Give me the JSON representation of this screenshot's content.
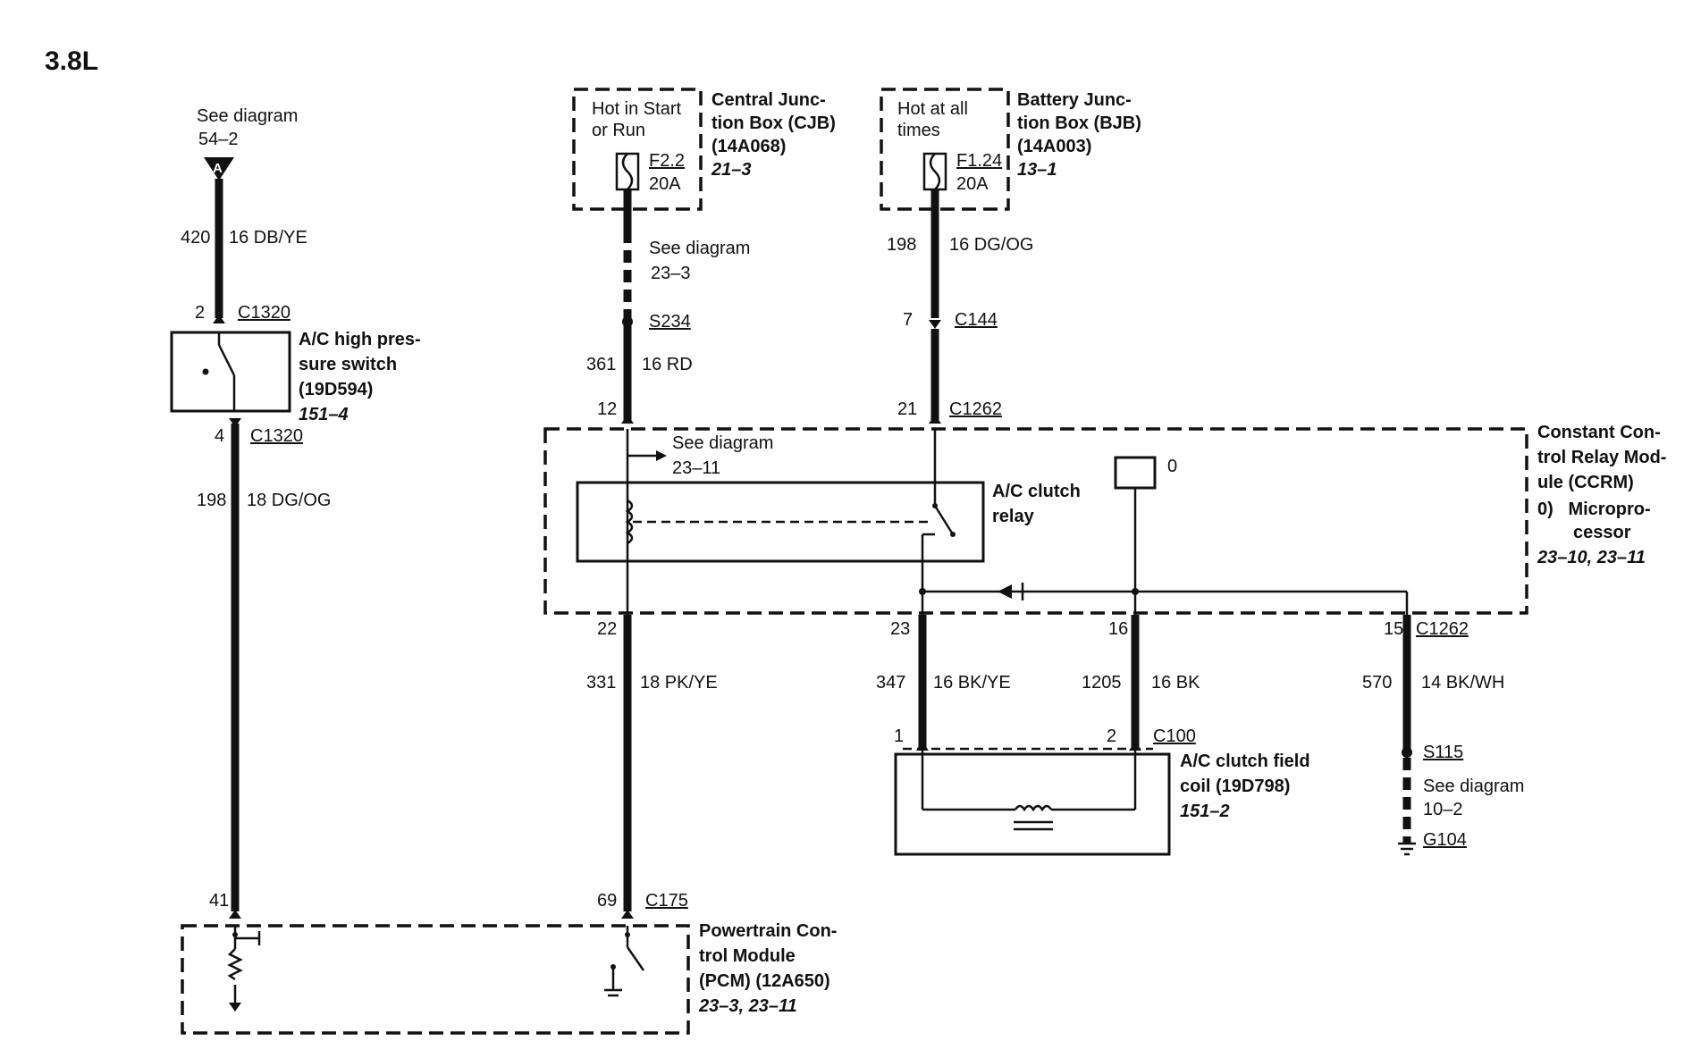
{
  "title": "3.8L",
  "ref_a": {
    "see": "See diagram",
    "page": "54–2",
    "connector_letter": "A"
  },
  "hp_switch": {
    "wire_top_circuit": "420",
    "wire_top_label": "16 DB/YE",
    "top_pin": "2",
    "top_conn": "C1320",
    "name_l1": "A/C high pres-",
    "name_l2": "sure switch",
    "name_l3": "(19D594)",
    "ref": "151–4",
    "bot_pin": "4",
    "bot_conn": "C1320",
    "wire_bot_circuit": "198",
    "wire_bot_label": "18 DG/OG"
  },
  "cjb": {
    "hot_l1": "Hot in Start",
    "hot_l2": "or Run",
    "fuse_id": "F2.2",
    "fuse_amp": "20A",
    "name_l1": "Central Junc-",
    "name_l2": "tion Box (CJB)",
    "name_l3": "(14A068)",
    "ref": "21–3",
    "see": "See diagram",
    "see_page": "23–3",
    "splice": "S234",
    "wire_circuit": "361",
    "wire_label": "16 RD"
  },
  "bjb": {
    "hot_l1": "Hot at all",
    "hot_l2": "times",
    "fuse_id": "F1.24",
    "fuse_amp": "20A",
    "name_l1": "Battery Junc-",
    "name_l2": "tion Box (BJB)",
    "name_l3": "(14A003)",
    "ref": "13–1",
    "wire_circuit": "198",
    "wire_label": "16 DG/OG",
    "c144_pin": "7",
    "c144": "C144"
  },
  "ccrm": {
    "pin_12": "12",
    "pin_21": "21",
    "conn_top": "C1262",
    "see": "See diagram",
    "see_page": "23–11",
    "relay_l1": "A/C clutch",
    "relay_l2": "relay",
    "micro_tag": "0",
    "name_l1": "Constant Con-",
    "name_l2": "trol Relay Mod-",
    "name_l3": "ule (CCRM)",
    "micro_l1": "0)   Micropro-",
    "micro_l2": "cessor",
    "ref": "23–10, 23–11",
    "pin_22": "22",
    "pin_23": "23",
    "pin_16": "16",
    "pin_15": "15",
    "conn_bot": "C1262"
  },
  "wires_lower": {
    "w331_circuit": "331",
    "w331_label": "18 PK/YE",
    "w347_circuit": "347",
    "w347_label": "16 BK/YE",
    "w1205_circuit": "1205",
    "w1205_label": "16 BK",
    "w570_circuit": "570",
    "w570_label": "14 BK/WH"
  },
  "clutch_coil": {
    "pin_1": "1",
    "pin_2": "2",
    "conn": "C100",
    "name_l1": "A/C clutch field",
    "name_l2": "coil (19D798)",
    "ref": "151–2"
  },
  "ground": {
    "splice": "S115",
    "see": "See diagram",
    "see_page": "10–2",
    "ground": "G104"
  },
  "pcm": {
    "pin_41": "41",
    "pin_69": "69",
    "conn": "C175",
    "name_l1": "Powertrain Con-",
    "name_l2": "trol Module",
    "name_l3": "(PCM) (12A650)",
    "ref": "23–3, 23–11"
  }
}
